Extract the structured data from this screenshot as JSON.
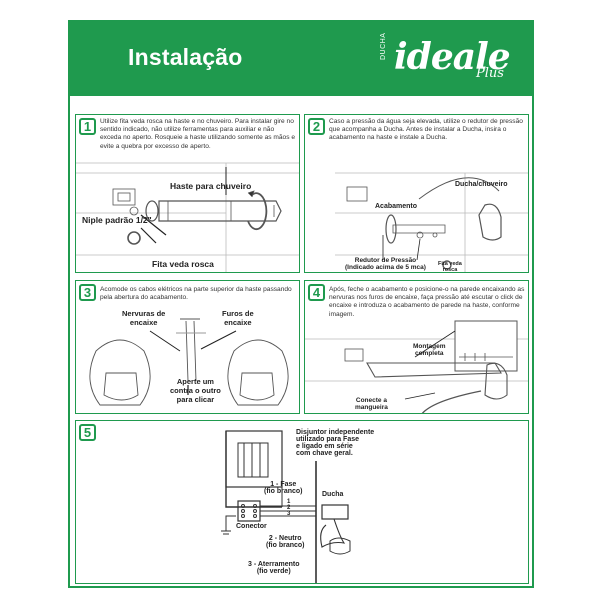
{
  "header": {
    "title": "Instalação",
    "logo": {
      "prefix": "DUCHA",
      "brand": "ideale",
      "suffix": "Plus"
    }
  },
  "steps": [
    {
      "number": "1",
      "text": "Utilize fita veda rosca na haste e no chuveiro. Para instalar gire no sentido indicado, não utilize ferramentas para auxiliar e não exceda no aperto. Rosqueie a haste utilizando somente as mãos e evite a quebra por excesso de aperto.",
      "labels": {
        "haste": "Haste para chuveiro",
        "niple": "Niple padrão 1/2\"",
        "fita": "Fita veda rosca"
      }
    },
    {
      "number": "2",
      "text": "Caso a pressão da água seja elevada, utilize o redutor de pressão que acompanha a Ducha. Antes de instalar a Ducha, insira o acabamento na haste e instale a Ducha.",
      "labels": {
        "ducha_chuveiro": "Ducha/chuveiro",
        "acabamento": "Acabamento",
        "redutor": "Redutor de Pressão\n(Indicado acima de 5 mca)",
        "fita": "Fita veda\nrosca"
      }
    },
    {
      "number": "3",
      "text": "Acomode os cabos elétricos na parte superior da haste passando pela abertura do acabamento.",
      "labels": {
        "nervuras": "Nervuras de\nencaixe",
        "furos": "Furos de\nencaixe",
        "aperte": "Aperte um\ncontra o outro\npara clicar"
      }
    },
    {
      "number": "4",
      "text": "Após, feche o acabamento e posicione-o na parede encaixando as nervuras nos furos de encaixe, faça pressão até escutar o click de encaixe e introduza o acabamento de parede na haste, conforme imagem.",
      "labels": {
        "montagem": "Montagem\ncompleta",
        "conecte": "Conecte a\nmangueira"
      }
    },
    {
      "number": "5",
      "labels": {
        "disjuntor": "Disjuntor independente\nutilizado para Fase\ne ligado em série\ncom chave geral.",
        "fase": "1 - Fase\n(fio branco)",
        "ducha": "Ducha",
        "conector": "Conector",
        "neutro": "2 - Neutro\n(fio branco)",
        "aterramento": "3 - Aterramento\n(fio verde)",
        "terminals": [
          "1",
          "2",
          "3"
        ]
      }
    }
  ],
  "colors": {
    "accent": "#1f9a4e",
    "line": "#333333"
  }
}
